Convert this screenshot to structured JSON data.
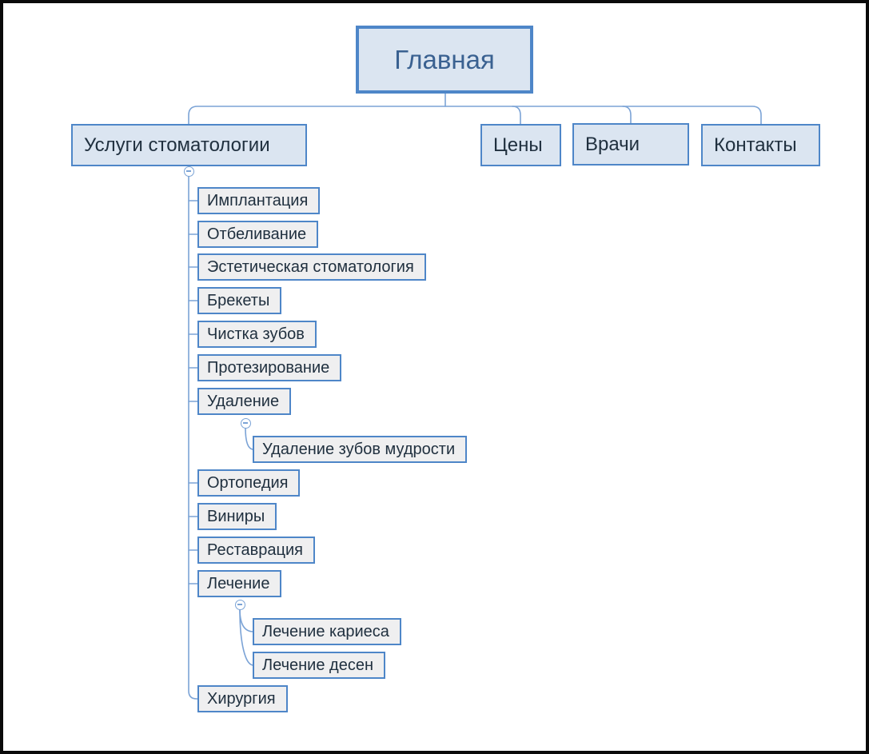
{
  "diagram": {
    "title_node": {
      "label": "Главная"
    },
    "sections": [
      {
        "label": "Услуги стоматологии"
      },
      {
        "label": "Цены"
      },
      {
        "label": "Врачи"
      },
      {
        "label": "Контакты"
      }
    ],
    "services": [
      {
        "label": "Имплантация"
      },
      {
        "label": "Отбеливание"
      },
      {
        "label": "Эстетическая стоматология"
      },
      {
        "label": "Брекеты"
      },
      {
        "label": "Чистка зубов"
      },
      {
        "label": "Протезирование"
      },
      {
        "label": "Удаление",
        "children": [
          {
            "label": "Удаление зубов мудрости"
          }
        ]
      },
      {
        "label": "Ортопедия"
      },
      {
        "label": "Виниры"
      },
      {
        "label": "Реставрация"
      },
      {
        "label": "Лечение",
        "children": [
          {
            "label": "Лечение кариеса"
          },
          {
            "label": "Лечение десен"
          }
        ]
      },
      {
        "label": "Хирургия"
      }
    ],
    "colors": {
      "node_border": "#4e86c8",
      "root_fill": "#dbe5f1",
      "section_fill": "#dbe5f1",
      "service_fill": "#efeff0",
      "connector": "#7ba3d6",
      "root_text": "#3a6191",
      "node_text": "#20303f",
      "frame": "#0a0a0a"
    }
  }
}
